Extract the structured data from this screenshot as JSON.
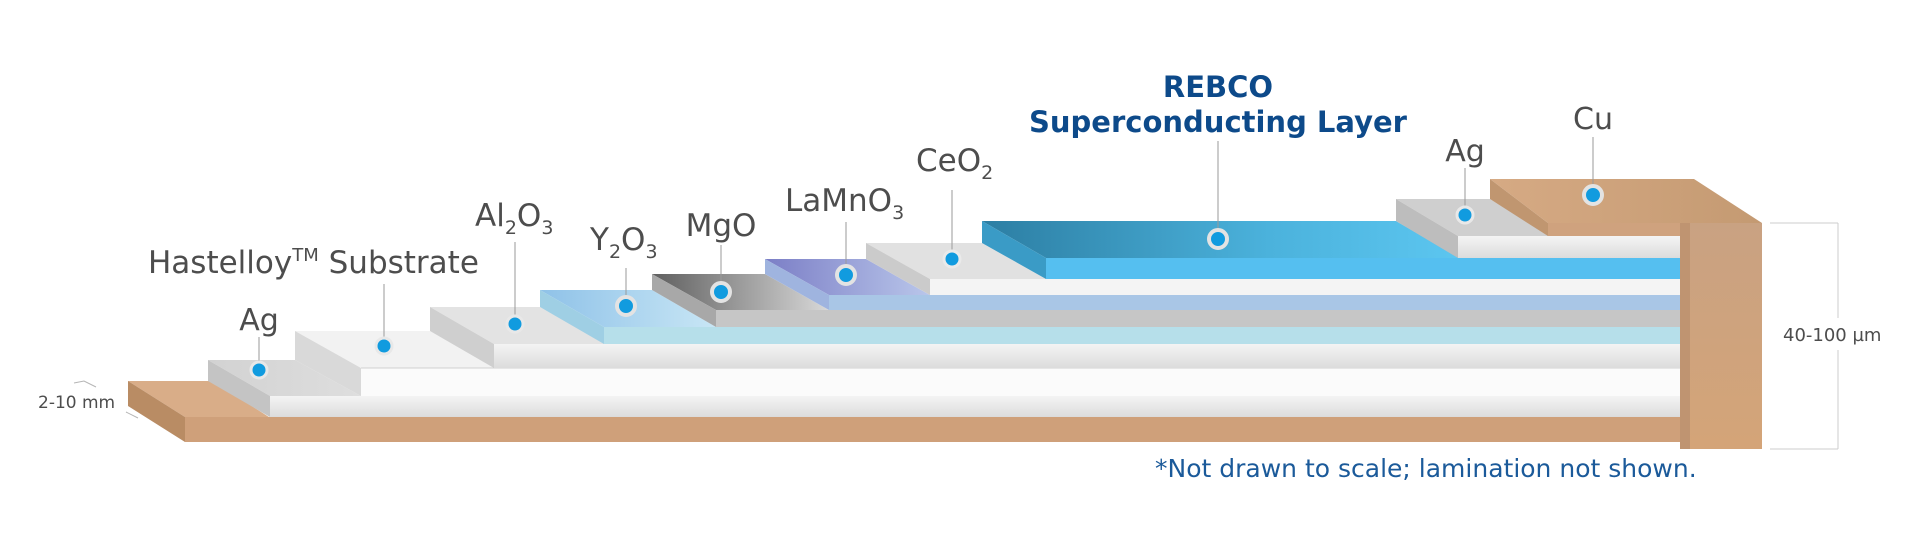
{
  "colors": {
    "rebco_title": "#0d4a8a",
    "note_text": "#1b5a9a",
    "marker_fill": "#119bdf",
    "copper_top": "#d4a883",
    "copper_front": "#c99d74",
    "label_gray": "#4d4d4d"
  },
  "labels": {
    "ag_bottom": "Ag",
    "substrate": "Hastelloy",
    "substrate_tm": "TM",
    "substrate_rest": " Substrate",
    "al2o3_a": "Al",
    "al2o3_b": "2",
    "al2o3_c": "O",
    "al2o3_d": "3",
    "y2o3_a": "Y",
    "y2o3_b": "2",
    "y2o3_c": "O",
    "y2o3_d": "3",
    "mgo": "MgO",
    "lamno3_a": "LaMnO",
    "lamno3_b": "3",
    "ceo2_a": "CeO",
    "ceo2_b": "2",
    "rebco_line1": "REBCO",
    "rebco_line2": "Superconducting Layer",
    "ag_top": "Ag",
    "cu": "Cu"
  },
  "dimensions": {
    "width_label": "2-10 mm",
    "thickness_label": "40-100 µm"
  },
  "footnote": "*Not drawn to scale; lamination not shown."
}
